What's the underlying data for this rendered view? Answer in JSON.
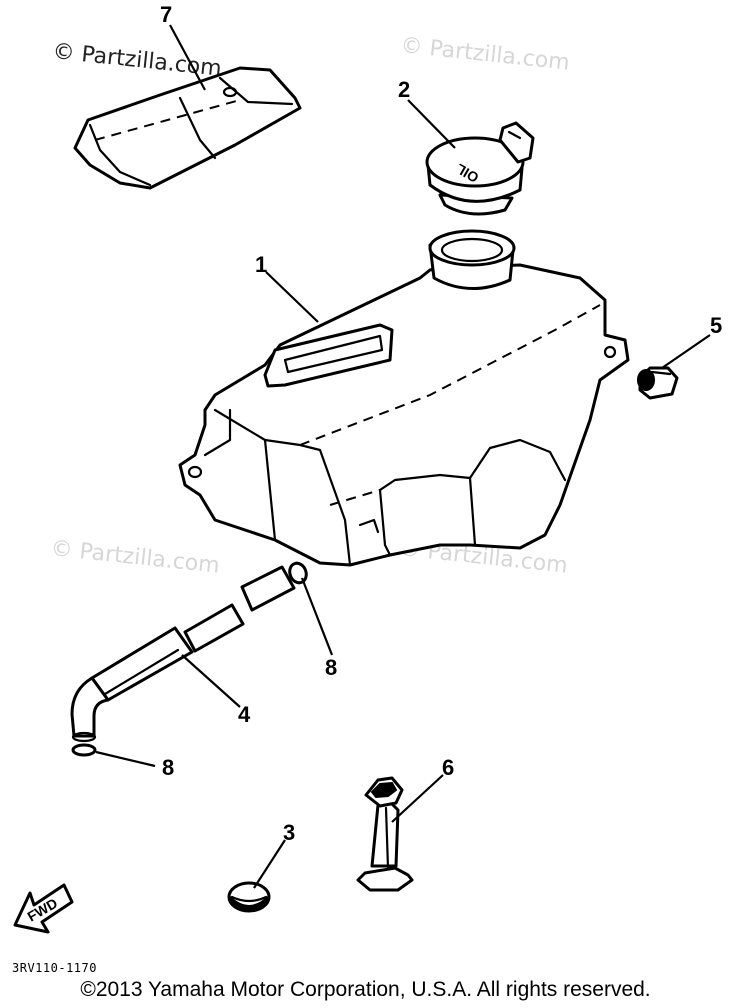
{
  "watermarks": [
    "© Partzilla.com",
    "© Partzilla.com",
    "© Partzilla.com",
    "© Partzilla.com"
  ],
  "callouts": {
    "tank": "1",
    "cap": "2",
    "plug": "3",
    "hose": "4",
    "bolt": "5",
    "holder": "6",
    "bag": "7",
    "clip_upper": "8",
    "clip_lower": "8"
  },
  "cap_marking": "OIL",
  "fwd_marking": "FWD",
  "diagram_code": "3RV110-1170",
  "copyright": "©2013  Yamaha Motor Corporation, U.S.A. All rights reserved."
}
